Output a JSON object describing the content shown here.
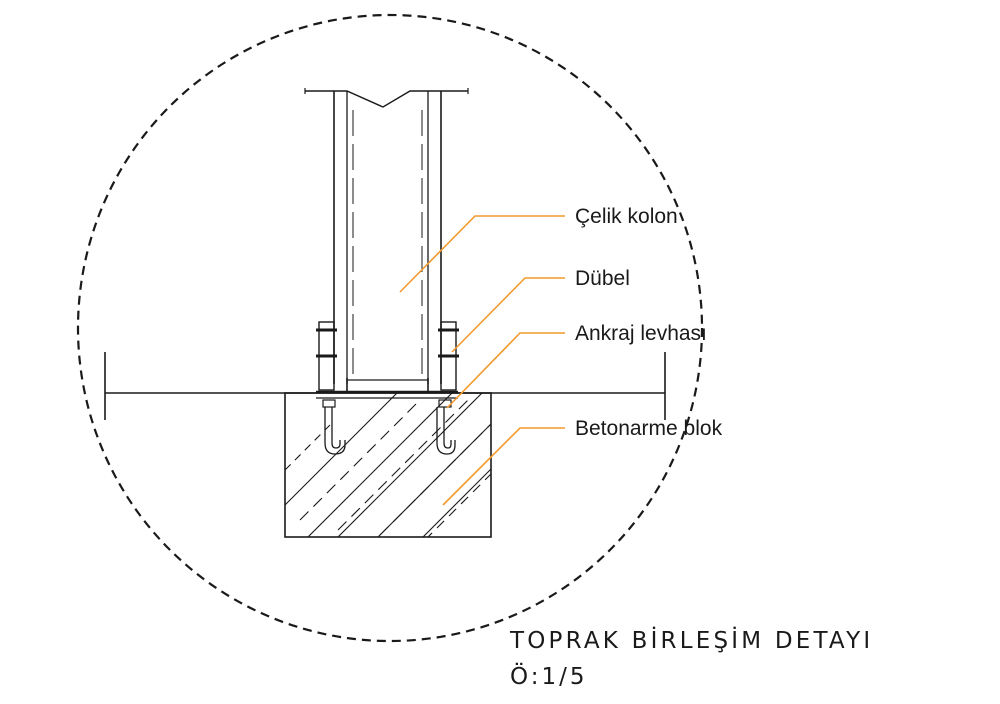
{
  "diagram": {
    "labels": {
      "steel_column": "Çelik kolon",
      "dowel": "Dübel",
      "anchor_plate": "Ankraj levhası",
      "concrete_block": "Betonarme blok"
    },
    "title": "TOPRAK BİRLEŞİM DETAYI",
    "scale": "Ö:1/5",
    "colors": {
      "line": "#1a1a1a",
      "leader": "#f29a2e",
      "background": "#ffffff"
    }
  }
}
